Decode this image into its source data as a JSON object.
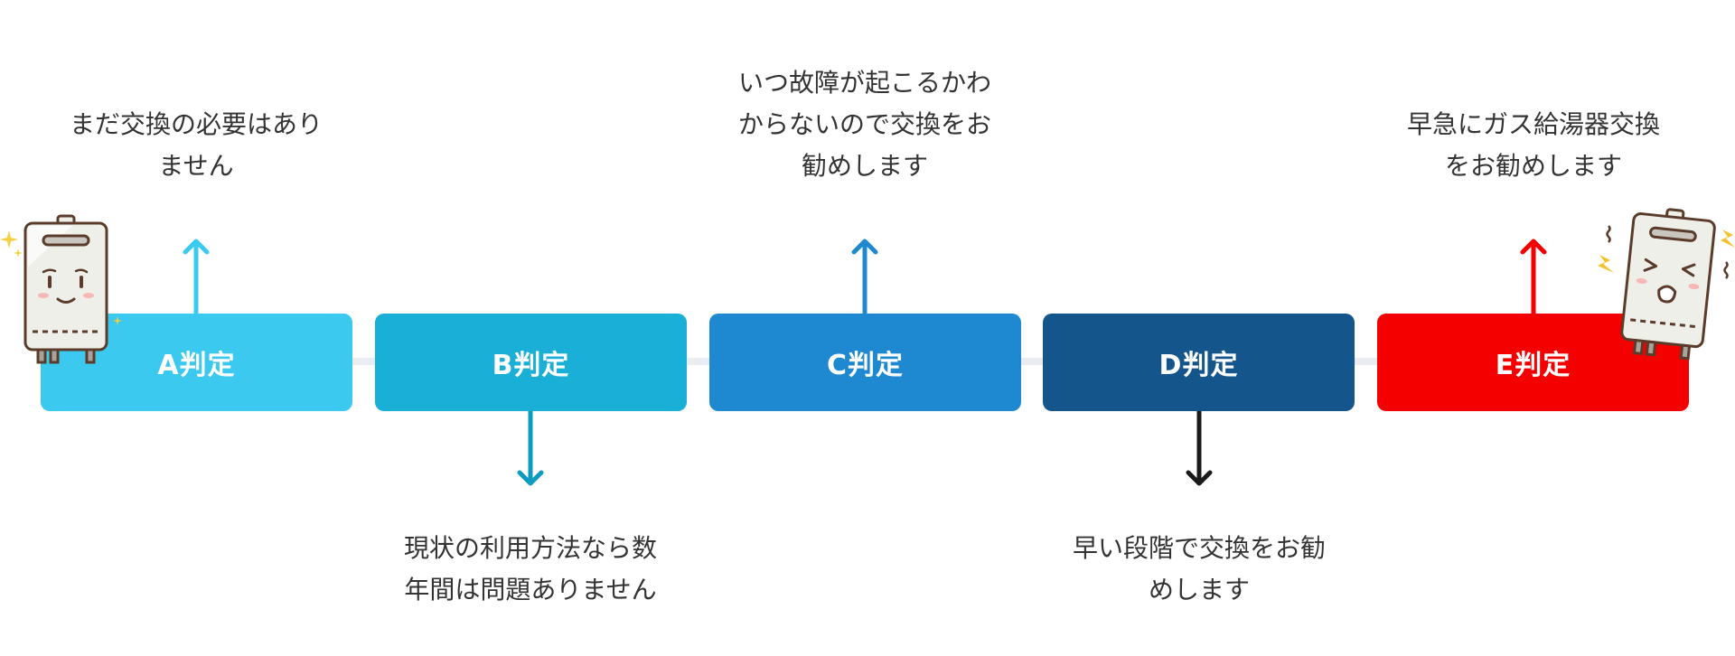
{
  "stages": [
    {
      "label": "A判定",
      "color": "#3bc9ef",
      "description": "まだ交換の必要はあり\nません",
      "direction": "up",
      "arrow_color": "#3bc9ef"
    },
    {
      "label": "B判定",
      "color": "#1aafd6",
      "description": "現状の利用方法なら数\n年間は問題ありません",
      "direction": "down",
      "arrow_color": "#0d9bbf"
    },
    {
      "label": "C判定",
      "color": "#1e88d0",
      "description": "いつ故障が起こるかわ\nからないので交換をお\n勧めします",
      "direction": "up",
      "arrow_color": "#1e88d0"
    },
    {
      "label": "D判定",
      "color": "#14558c",
      "description": "早い段階で交換をお勧\nめします",
      "direction": "down",
      "arrow_color": "#1a1a1a"
    },
    {
      "label": "E判定",
      "color": "#f40000",
      "description": "早急にガス給湯器交換\nをお勧めします",
      "direction": "up",
      "arrow_color": "#f40000"
    }
  ],
  "track_color": "#e9edf1",
  "mascots": [
    {
      "icon": "happy-water-heater-icon",
      "expression": "smiling"
    },
    {
      "icon": "distressed-water-heater-icon",
      "expression": "crying"
    }
  ]
}
